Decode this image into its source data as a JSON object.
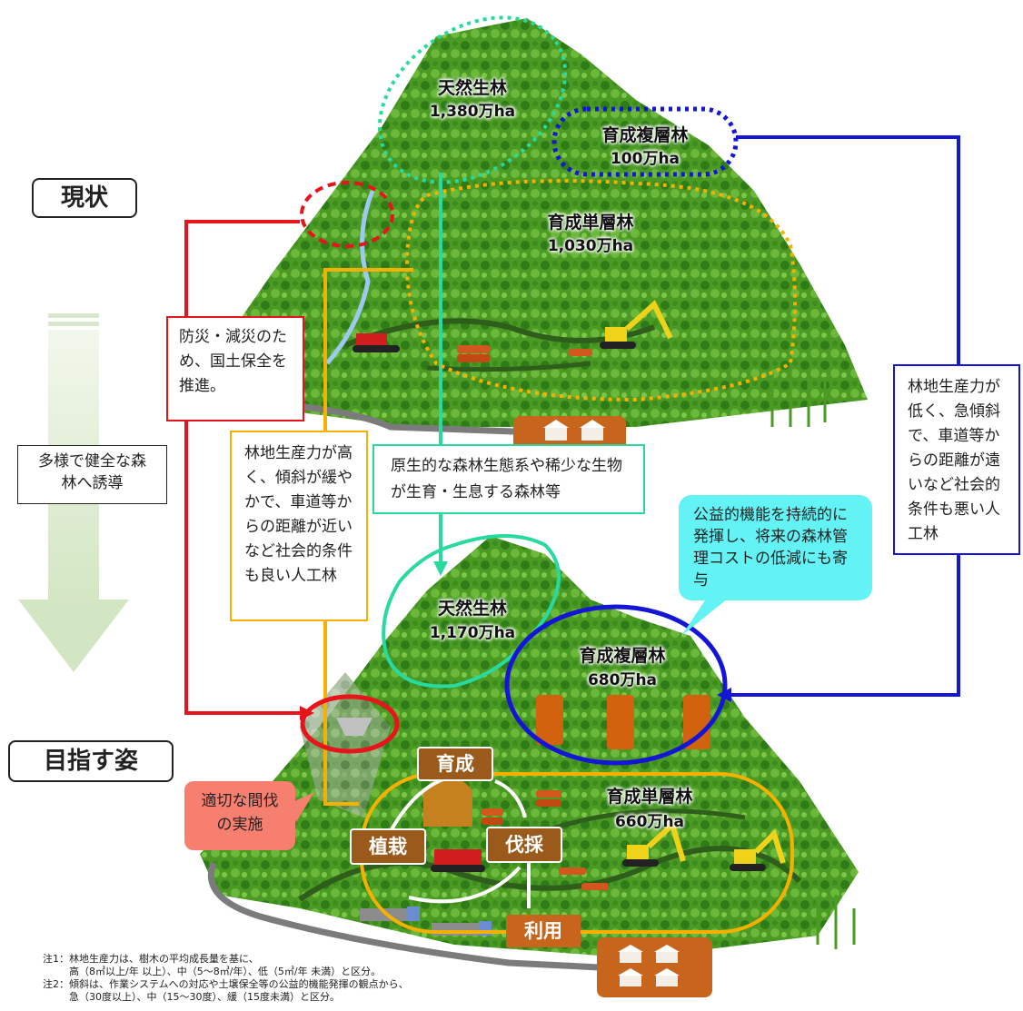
{
  "headings": {
    "current": "現状",
    "target": "目指す姿"
  },
  "arrow_label": "多様で健全な森林へ誘導",
  "current": {
    "natural": {
      "name": "天然生林",
      "area": "1,380万ha"
    },
    "multi": {
      "name": "育成複層林",
      "area": "100万ha"
    },
    "single": {
      "name": "育成単層林",
      "area": "1,030万ha"
    }
  },
  "target": {
    "natural": {
      "name": "天然生林",
      "area": "1,170万ha"
    },
    "multi": {
      "name": "育成複層林",
      "area": "680万ha"
    },
    "single": {
      "name": "育成単層林",
      "area": "660万ha"
    }
  },
  "boxes": {
    "disaster": "防災・減災のため、国土保全を推進。",
    "productive": "林地生産力が高く、傾斜が緩やかで、車道等からの距離が近いなど社会的条件も良い人工林",
    "primeval": "原生的な森林生態系や稀少な生物が生育・生息する森林等",
    "low_productive": "林地生産力が低く、急傾斜で、車道等からの距離が遠いなど社会的条件も悪い人工林",
    "public": "公益的機能を持続的に発揮し、将来の森林管理コストの低減にも寄与",
    "thinning": "適切な間伐の実施"
  },
  "cycle": {
    "grow": "育成",
    "plant": "植栽",
    "harvest": "伐採",
    "use": "利用"
  },
  "notes": [
    "注1：林地生産力は、樹木の平均成長量を基に、",
    "高（8㎥以上/年 以上）、中（5～8㎥/年）、低（5㎥/年 未満）と区分。",
    "注2：傾斜は、作業システムへの対応や土壌保全等の公益的機能発揮の観点から、",
    "急（30度以上）、中（15～30度）、緩（15度未満）と区分。"
  ],
  "colors": {
    "red": "#e8141b",
    "orange": "#f5b000",
    "teal": "#28d9a0",
    "blue": "#1515d6",
    "cyan_bubble": "#63f3f5",
    "salmon_bubble": "#f77f6f",
    "brown_tag": "#9a5a1c",
    "mountain": "#4e9a22",
    "pale_arrow": "#dcebd0"
  }
}
